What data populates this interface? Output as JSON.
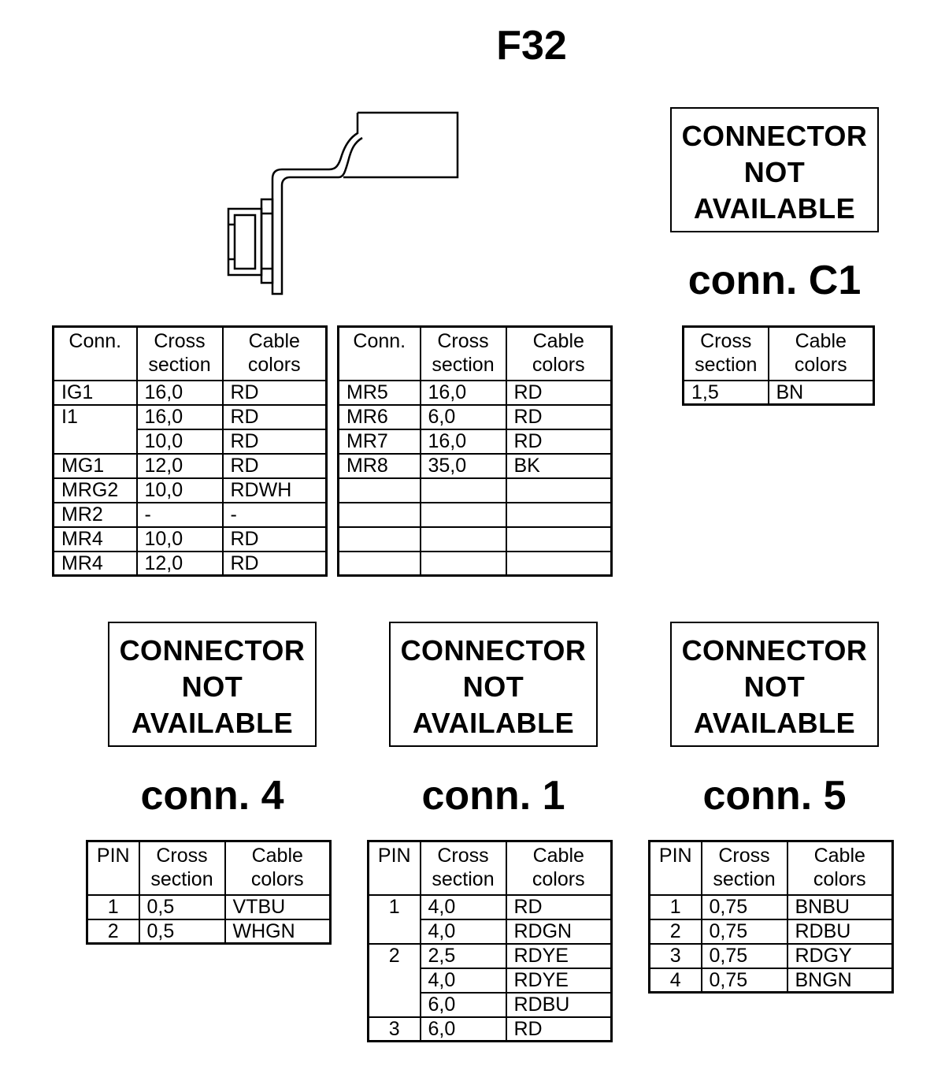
{
  "title": "F32",
  "not_available": {
    "line1": "CONNECTOR",
    "line2": "NOT",
    "line3": "AVAILABLE"
  },
  "headers": {
    "conn": "Conn.",
    "pin": "PIN",
    "cross1": "Cross",
    "cross2": "section",
    "cable1": "Cable",
    "cable2": "colors"
  },
  "table_left": [
    [
      "IG1",
      "16,0",
      "RD"
    ],
    [
      "I1",
      "16,0",
      "RD"
    ],
    [
      "",
      "10,0",
      "RD"
    ],
    [
      "MG1",
      "12,0",
      "RD"
    ],
    [
      "MRG2",
      "10,0",
      "RDWH"
    ],
    [
      "MR2",
      "-",
      "-"
    ],
    [
      "MR4",
      "10,0",
      "RD"
    ],
    [
      "MR4",
      "12,0",
      "RD"
    ]
  ],
  "table_mid": [
    [
      "MR5",
      "16,0",
      "RD"
    ],
    [
      "MR6",
      "6,0",
      "RD"
    ],
    [
      "MR7",
      "16,0",
      "RD"
    ],
    [
      "MR8",
      "35,0",
      "BK"
    ],
    [
      "",
      "",
      ""
    ],
    [
      "",
      "",
      ""
    ],
    [
      "",
      "",
      ""
    ],
    [
      "",
      "",
      ""
    ]
  ],
  "conn_c1": {
    "label": "conn. C1",
    "rows": [
      [
        "1,5",
        "BN"
      ]
    ]
  },
  "conn_4": {
    "label": "conn. 4",
    "rows": [
      [
        "1",
        "0,5",
        "VTBU"
      ],
      [
        "2",
        "0,5",
        "WHGN"
      ]
    ]
  },
  "conn_1": {
    "label": "conn. 1",
    "rows": [
      [
        "1",
        "4,0",
        "RD"
      ],
      [
        "",
        "4,0",
        "RDGN"
      ],
      [
        "2",
        "2,5",
        "RDYE"
      ],
      [
        "",
        "4,0",
        "RDYE"
      ],
      [
        "",
        "6,0",
        "RDBU"
      ],
      [
        "3",
        "6,0",
        "RD"
      ]
    ]
  },
  "conn_5": {
    "label": "conn. 5",
    "rows": [
      [
        "1",
        "0,75",
        "BNBU"
      ],
      [
        "2",
        "0,75",
        "RDBU"
      ],
      [
        "3",
        "0,75",
        "RDGY"
      ],
      [
        "4",
        "0,75",
        "BNGN"
      ]
    ]
  }
}
